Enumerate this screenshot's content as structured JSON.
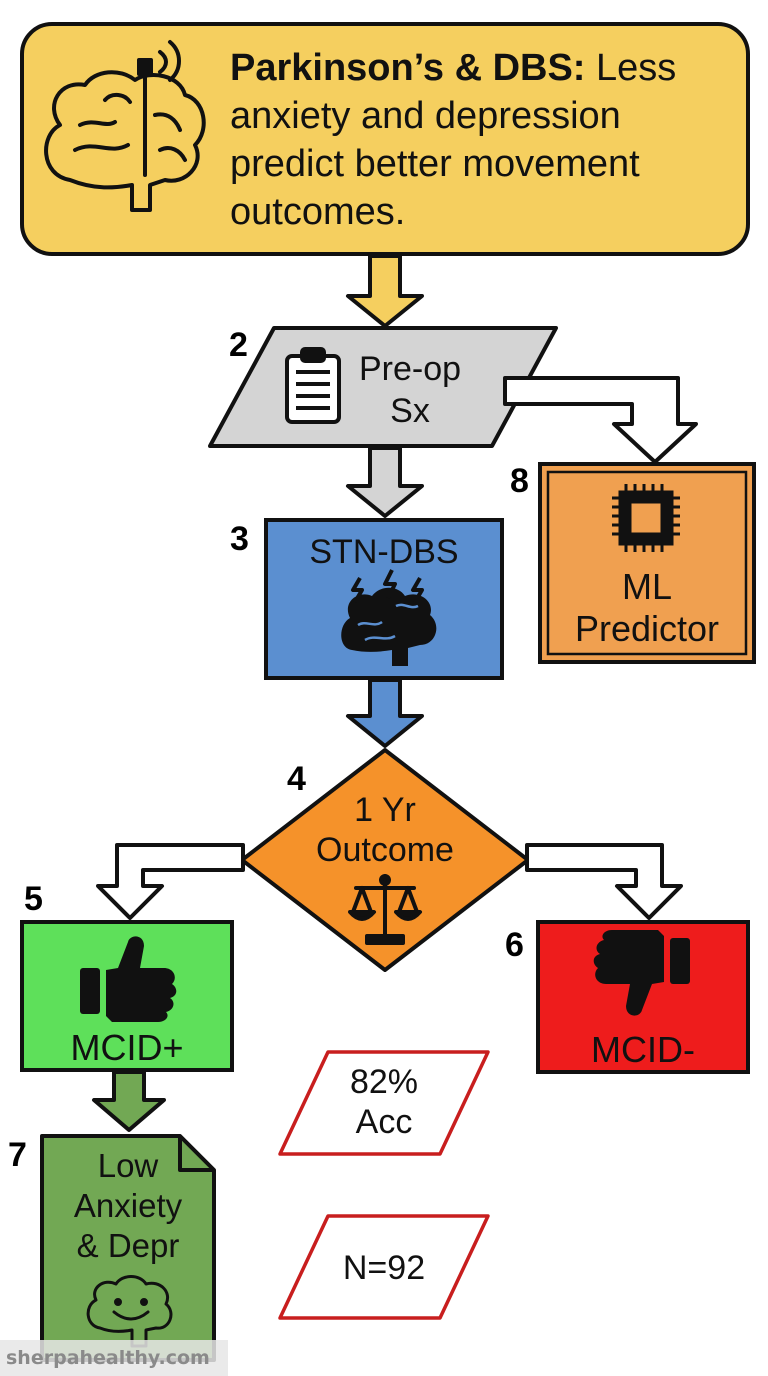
{
  "header": {
    "title_bold": "Parkinson’s & DBS:",
    "title_rest": "Less anxiety and depression predict better movement outcomes.",
    "icon": "brain-electrode-icon",
    "bg_color": "#f5cf5f"
  },
  "nodes": {
    "n2": {
      "number": "2",
      "line1": "Pre-op",
      "line2": "Sx",
      "icon": "clipboard-icon"
    },
    "n3": {
      "number": "3",
      "label": "STN-DBS",
      "icon": "brain-stimulation-icon",
      "color": "#5b8fd0"
    },
    "n4": {
      "number": "4",
      "line1": "1 Yr",
      "line2": "Outcome",
      "icon": "balance-scale-icon",
      "color": "#f5922a"
    },
    "n5": {
      "number": "5",
      "label": "MCID+",
      "icon": "thumbs-up-icon",
      "color": "#5ee05a"
    },
    "n6": {
      "number": "6",
      "label": "MCID-",
      "icon": "thumbs-down-icon",
      "color": "#ee1c1c"
    },
    "n7": {
      "number": "7",
      "line1": "Low",
      "line2": "Anxiety",
      "line3": "& Depr",
      "icon": "smiling-brain-icon",
      "color": "#72a854"
    },
    "n8": {
      "number": "8",
      "line1": "ML",
      "line2": "Predictor",
      "icon": "microchip-icon",
      "color": "#f0a050"
    }
  },
  "stats": {
    "accuracy_line1": "82%",
    "accuracy_line2": "Acc",
    "sample": "N=92"
  },
  "watermark": "sherpahealthy.com"
}
